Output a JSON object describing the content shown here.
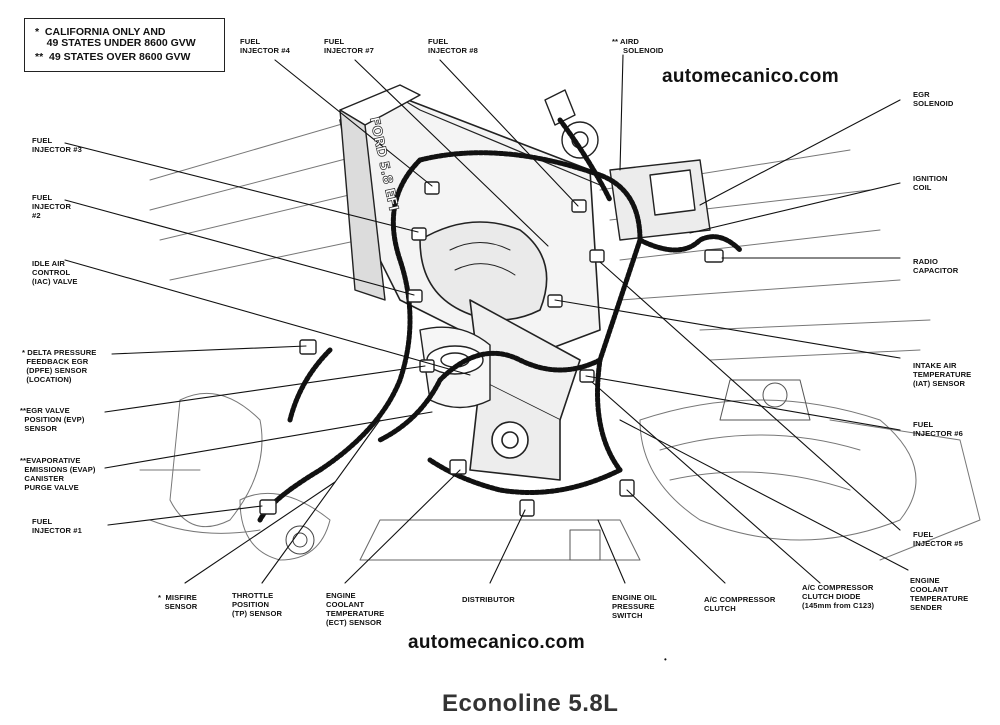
{
  "legend": {
    "line1": "*  CALIFORNIA ONLY AND",
    "line2": "    49 STATES UNDER 8600 GVW",
    "line3": "**  49 STATES OVER 8600 GVW"
  },
  "watermark_top": "automecanico.com",
  "watermark_bottom": "automecanico.com",
  "title": "Econoline 5.8L",
  "engine_badge": "FORD 5.8 EFI",
  "labels": {
    "fuel_injector_4": "FUEL\nINJECTOR #4",
    "fuel_injector_7": "FUEL\nINJECTOR #7",
    "fuel_injector_8": "FUEL\nINJECTOR #8",
    "aird_solenoid": "** AIRD\n     SOLENOID",
    "egr_solenoid": "EGR\nSOLENOID",
    "fuel_injector_3": "FUEL\nINJECTOR #3",
    "ignition_coil": "IGNITION\nCOIL",
    "fuel_injector_2": "FUEL\nINJECTOR\n#2",
    "radio_capacitor": "RADIO\nCAPACITOR",
    "iac_valve": "IDLE AIR\nCONTROL\n(IAC) VALVE",
    "dpfe_sensor": "* DELTA PRESSURE\n  FEEDBACK EGR\n  (DPFE) SENSOR\n  (LOCATION)",
    "iat_sensor": "INTAKE AIR\nTEMPERATURE\n(IAT) SENSOR",
    "evp_sensor": "**EGR VALVE\n  POSITION (EVP)\n  SENSOR",
    "fuel_injector_6": "FUEL\nINJECTOR #6",
    "evap_valve": "**EVAPORATIVE\n  EMISSIONS (EVAP)\n  CANISTER\n  PURGE VALVE",
    "fuel_injector_1": "FUEL\nINJECTOR #1",
    "fuel_injector_5": "FUEL\nINJECTOR #5",
    "misfire_sensor": "*  MISFIRE\n   SENSOR",
    "tp_sensor": "THROTTLE\nPOSITION\n(TP) SENSOR",
    "ect_sensor": "ENGINE\nCOOLANT\nTEMPERATURE\n(ECT) SENSOR",
    "distributor": "DISTRIBUTOR",
    "oil_pressure_switch": "ENGINE OIL\nPRESSURE\nSWITCH",
    "ac_clutch": "A/C COMPRESSOR\nCLUTCH",
    "ac_clutch_diode": "A/C COMPRESSOR\nCLUTCH DIODE\n(145mm from C123)",
    "ect_sender": "ENGINE\nCOOLANT\nTEMPERATURE\nSENDER"
  }
}
